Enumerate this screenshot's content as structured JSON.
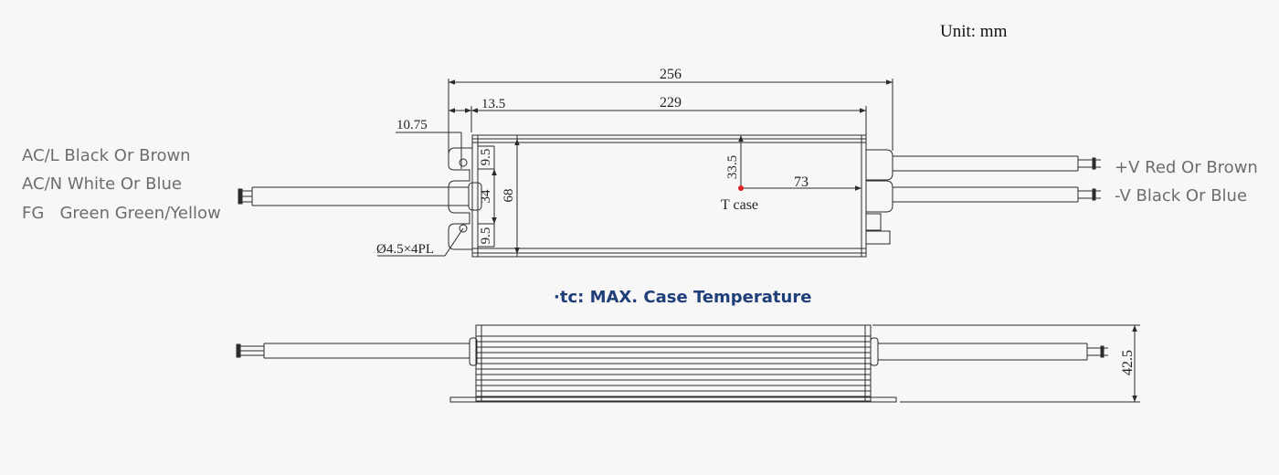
{
  "unit_label": "Unit: mm",
  "left_wires": [
    "AC/L Black Or Brown",
    "AC/N White Or Blue",
    "FG   Green Green/Yellow"
  ],
  "right_wires": [
    "+V Red Or Brown",
    "-V Black Or Blue"
  ],
  "dimensions": {
    "overall_length": "256",
    "body_length": "229",
    "end_offset": "13.5",
    "flange_offset": "10.75",
    "hole_spacing_top": "9.5",
    "hole_spacing_mid": "34",
    "hole_spacing_bottom": "9.5",
    "width": "68",
    "tcase_vertical": "33.5",
    "tcase_horizontal": "73",
    "height": "42.5"
  },
  "tcase_label": "T case",
  "hole_label": "Ø4.5×4PL",
  "caption": "·tc: MAX. Case Temperature",
  "colors": {
    "line": "#2b2b2b",
    "tcase_dot": "#e02020",
    "caption": "#1f3f7a",
    "wire_label": "#6d6d6d"
  }
}
